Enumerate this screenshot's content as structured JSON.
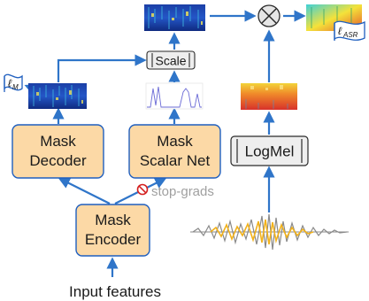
{
  "colors": {
    "arrow": "#2f75c9",
    "box_fill": "#fcd9a6",
    "box_stroke": "#1f5fbf",
    "op_fill": "#eeeeee",
    "op_stroke": "#2a2a2a",
    "stop_icon": "#d42020",
    "gray_text": "#a0a0a0",
    "waveform_gray": "#8a8a8a",
    "waveform_yellow": "#f2b21b"
  },
  "blocks": {
    "mask_decoder": {
      "line1": "Mask",
      "line2": "Decoder"
    },
    "mask_scalar_net": {
      "line1": "Mask",
      "line2": "Scalar Net"
    },
    "mask_encoder": {
      "line1": "Mask",
      "line2": "Encoder"
    }
  },
  "ops": {
    "scale": "Scale",
    "logmel": "LogMel"
  },
  "annotations": {
    "stop_grads": "stop-grads",
    "input_features": "Input features"
  },
  "losses": {
    "mask_loss": {
      "symbol": "ℓ",
      "subscript": "M"
    },
    "asr_loss": {
      "symbol": "ℓ",
      "subscript": "ASR"
    }
  },
  "icons": {
    "multiply": "circle-times-icon",
    "stop": "no-entry-icon",
    "loss_flag": "flag-icon"
  }
}
